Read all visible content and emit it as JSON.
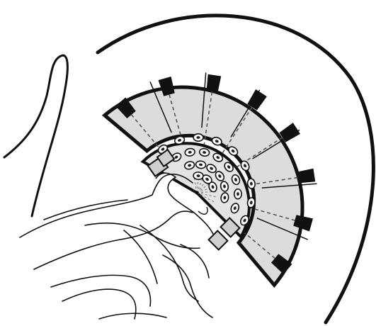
{
  "figure": {
    "style": "monochrome line drawing",
    "colors": {
      "line": "#111111",
      "panel": "#dcdcdc",
      "headcap": "#e4e4e4",
      "electrode_center": "#222222",
      "background": "#ffffff"
    },
    "ring": {
      "segments": 7,
      "detector_blocks": 8
    },
    "electrode_cap": {
      "electrodes": 26
    }
  }
}
